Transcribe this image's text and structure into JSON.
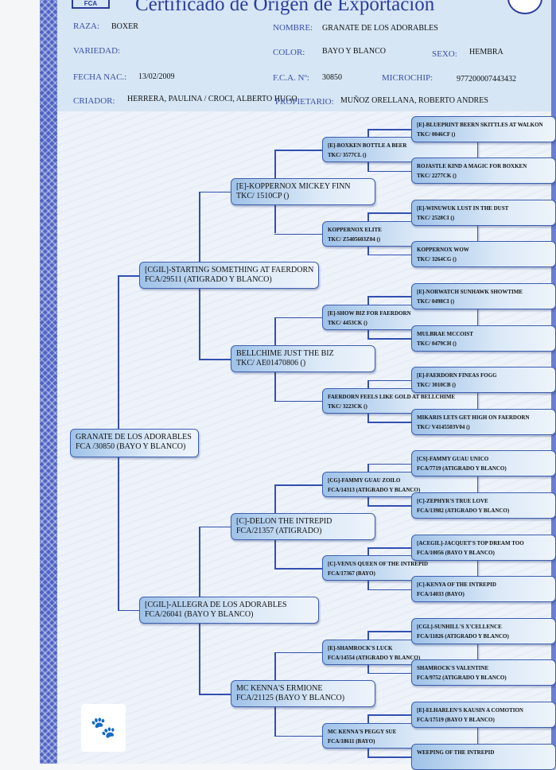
{
  "document": {
    "title": "Certificado de Origen de Exportación",
    "logo_text": "FCA"
  },
  "fields": {
    "raza_label": "RAZA:",
    "raza": "BOXER",
    "nombre_label": "NOMBRE:",
    "nombre": "GRANATE DE LOS ADORABLES",
    "variedad_label": "VARIEDAD:",
    "variedad": "",
    "color_label": "COLOR:",
    "color": "BAYO Y BLANCO",
    "sexo_label": "SEXO:",
    "sexo": "HEMBRA",
    "fecha_label": "FECHA NAC.:",
    "fecha": "13/02/2009",
    "fca_label": "F.C.A. Nº:",
    "fca": "30850",
    "microchip_label": "MICROCHIP:",
    "microchip": "977200007443432",
    "criador_label": "CRIADOR:",
    "criador": "HERRERA, PAULINA / CROCI, ALBERTO HUGO",
    "propietario_label": "PROPIETARIO:",
    "propietario": "MUÑOZ ORELLANA, ROBERTO ANDRES"
  },
  "pedigree": {
    "gen1": [
      {
        "name": "GRANATE DE LOS ADORABLES",
        "reg": "FCA /30850 (BAYO Y BLANCO)"
      }
    ],
    "gen2": [
      {
        "name": "[CGIL]-STARTING SOMETHING AT FAERDORN",
        "reg": "FCA/29511 (ATIGRADO Y BLANCO)"
      },
      {
        "name": "[CGIL]-ALLEGRA DE LOS ADORABLES",
        "reg": "FCA/26041 (BAYO Y BLANCO)"
      }
    ],
    "gen3": [
      {
        "name": "[E]-KOPPERNOX MICKEY FINN",
        "reg": "TKC/ 1510CP ()"
      },
      {
        "name": "BELLCHIME JUST THE BIZ",
        "reg": "TKC/ AE01470806 ()"
      },
      {
        "name": "[C]-DELON THE INTREPID",
        "reg": "FCA/21357 (ATIGRADO)"
      },
      {
        "name": "MC KENNA'S ERMIONE",
        "reg": "FCA/21125 (BAYO Y BLANCO)"
      }
    ],
    "gen4": [
      {
        "name": "[E]-BOXKEN BOTTLE A BEER",
        "reg": "TKC/ 3577CL ()"
      },
      {
        "name": "KOPPERNOX ELITE",
        "reg": "TKC/ Z5405603Z04 ()"
      },
      {
        "name": "[E]-SHOW BIZ FOR FAERDORN",
        "reg": "TKC/ 4453CK ()"
      },
      {
        "name": "FAERDORN FEELS LIKE GOLD AT BELLCHIME",
        "reg": "TKC/ 3223CK ()"
      },
      {
        "name": "[CG]-FAMMY GUAU ZOILO",
        "reg": "FCA/14313 (ATIGRADO Y BLANCO)"
      },
      {
        "name": "[C]-VENUS QUEEN OF THE INTREPID",
        "reg": "FCA/17367 (BAYO)"
      },
      {
        "name": "[E]-SHAMROCK'S LUCK",
        "reg": "FCA/14554 (ATIGRADO Y BLANCO)"
      },
      {
        "name": "MC KENNA'S PEGGY SUE",
        "reg": "FCA/18611 (BAYO)"
      }
    ],
    "gen5": [
      {
        "name": "[E]-BLUEPRINT BEERN SKITTLES AT WALKON",
        "reg": "TKC/ 0046CF ()"
      },
      {
        "name": "ROJASTLE KIND A MAGIC FOR BOXKEN",
        "reg": "TKC/ 2277CK ()"
      },
      {
        "name": "[E]-WINUWUK LUST IN THE DUST",
        "reg": "TKC/ 2528CI ()"
      },
      {
        "name": "KOPPERNOX WOW",
        "reg": "TKC/ 3264CG ()"
      },
      {
        "name": "[E]-NORWATCH SUNHAWK SHOWTIME",
        "reg": "TKC/ 0498CI ()"
      },
      {
        "name": "MULBRAE MCCOIST",
        "reg": "TKC/ 0479CH ()"
      },
      {
        "name": "[E]-FAERDORN FINEAS FOGG",
        "reg": "TKC/ 3010CB ()"
      },
      {
        "name": "MIKARIS LETS GET HIGH ON FAERDORN",
        "reg": "TKC/ V4145503V04 ()"
      },
      {
        "name": "[CS]-FAMMY GUAU UNICO",
        "reg": "FCA/7719 (ATIGRADO Y BLANCO)"
      },
      {
        "name": "[C]-ZEPHYR'S TRUE LOVE",
        "reg": "FCA/13982 (ATIGRADO Y BLANCO)"
      },
      {
        "name": "[ACEGIL]-JACQUET'S TOP DREAM TOO",
        "reg": "FCA/10056 (BAYO Y BLANCO)"
      },
      {
        "name": "[C]-KENYA OF THE INTREPID",
        "reg": "FCA/14033 (BAYO)"
      },
      {
        "name": "[CGL]-SUNHILL'S X'CELLENCE",
        "reg": "FCA/11826 (ATIGRADO Y BLANCO)"
      },
      {
        "name": "SHAMROCK'S VALENTINE",
        "reg": "FCA/9752 (ATIGRADO Y BLANCO)"
      },
      {
        "name": "[E]-ELHARLEN'S KAUSIN A COMOTION",
        "reg": "FCA/17519 (BAYO Y BLANCO)"
      },
      {
        "name": "WEEPING OF THE INTREPID",
        "reg": ""
      }
    ]
  }
}
